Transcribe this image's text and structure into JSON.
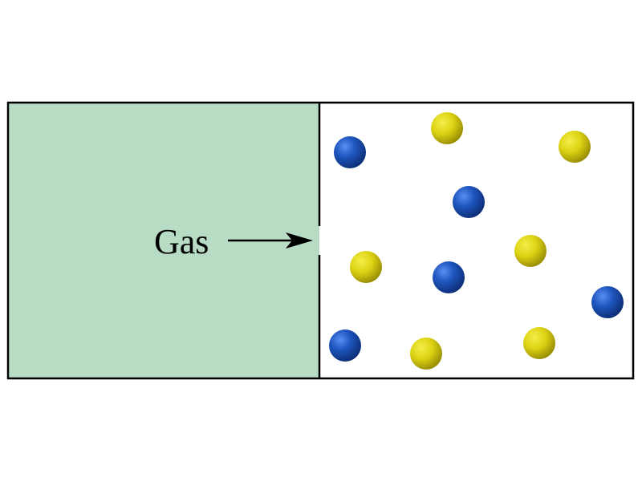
{
  "label": {
    "text": "Gas"
  },
  "colors": {
    "left_chamber": "#b8dbc4",
    "right_chamber": "#ffffff",
    "outline": "#000000",
    "blue_particle": "#1b4fb0",
    "yellow_particle": "#d9cf10"
  },
  "particles": [
    {
      "kind": "blue-particle",
      "color": "blue"
    },
    {
      "kind": "yellow-particle",
      "color": "yellow"
    },
    {
      "kind": "yellow-particle",
      "color": "yellow"
    },
    {
      "kind": "blue-particle",
      "color": "blue"
    },
    {
      "kind": "yellow-particle",
      "color": "yellow"
    },
    {
      "kind": "yellow-particle",
      "color": "yellow"
    },
    {
      "kind": "blue-particle",
      "color": "blue"
    },
    {
      "kind": "blue-particle",
      "color": "blue"
    },
    {
      "kind": "blue-particle",
      "color": "blue"
    },
    {
      "kind": "yellow-particle",
      "color": "yellow"
    },
    {
      "kind": "yellow-particle",
      "color": "yellow"
    }
  ]
}
